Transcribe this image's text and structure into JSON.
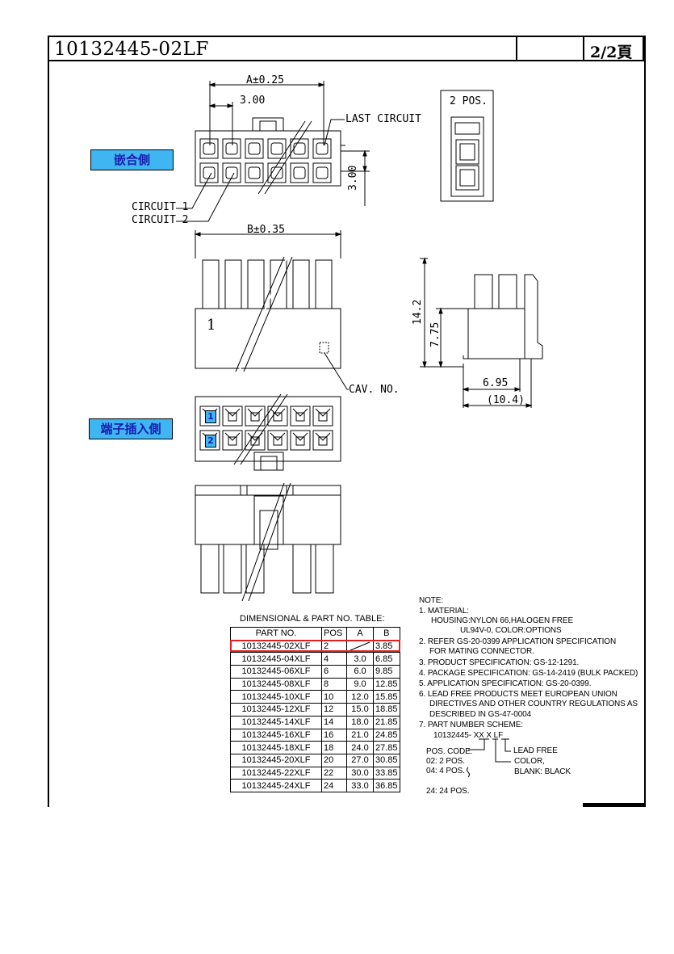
{
  "header": {
    "part_number": "10132445-02LF",
    "page": "2/2頁"
  },
  "labels": {
    "dim_a": "A±0.25",
    "pitch_300": "3.00",
    "last_circuit": "LAST CIRCUIT",
    "two_pos": "2 POS.",
    "mating_side": "嵌合側",
    "circuit1": "CIRCUIT 1",
    "circuit2": "CIRCUIT 2",
    "vert_300": "3.00",
    "dim_b": "B±0.35",
    "cav_no": "CAV. NO.",
    "num_one": "1",
    "h_142": "14.2",
    "h_775": "7.75",
    "w_695": "6.95",
    "w_104": "(10.4)",
    "terminal_side": "端子插入側",
    "cav1": "1",
    "cav2": "2"
  },
  "table": {
    "caption": "DIMENSIONAL & PART NO. TABLE:",
    "headers": [
      "PART NO.",
      "POS",
      "A",
      "B"
    ],
    "rows": [
      [
        "10132445-02XLF",
        "2",
        "",
        "3.85"
      ],
      [
        "10132445-04XLF",
        "4",
        "3.0",
        "6.85"
      ],
      [
        "10132445-06XLF",
        "6",
        "6.0",
        "9.85"
      ],
      [
        "10132445-08XLF",
        "8",
        "9.0",
        "12.85"
      ],
      [
        "10132445-10XLF",
        "10",
        "12.0",
        "15.85"
      ],
      [
        "10132445-12XLF",
        "12",
        "15.0",
        "18.85"
      ],
      [
        "10132445-14XLF",
        "14",
        "18.0",
        "21.85"
      ],
      [
        "10132445-16XLF",
        "16",
        "21.0",
        "24.85"
      ],
      [
        "10132445-18XLF",
        "18",
        "24.0",
        "27.85"
      ],
      [
        "10132445-20XLF",
        "20",
        "27.0",
        "30.85"
      ],
      [
        "10132445-22XLF",
        "22",
        "30.0",
        "33.85"
      ],
      [
        "10132445-24XLF",
        "24",
        "33.0",
        "36.85"
      ]
    ]
  },
  "notes": {
    "l01": "NOTE:",
    "l02": "1. MATERIAL:",
    "l03": "HOUSING:NYLON 66,HALOGEN FREE",
    "l04": "UL94V-0, COLOR:OPTIONS",
    "l05": "2. REFER GS-20-0399 APPLICATION SPECIFICATION",
    "l06": "FOR MATING CONNECTOR.",
    "l07": "3. PRODUCT SPECIFICATION: GS-12-1291.",
    "l08": "4. PACKAGE SPECIFICATION: GS-14-2419 (BULK PACKED)",
    "l09": "5. APPLICATION SPECIFICATION: GS-20-0399.",
    "l10": "6. LEAD FREE PRODUCTS MEET EUROPEAN UNION",
    "l11": "DIRECTIVES AND OTHER COUNTRY REGULATIONS AS",
    "l12": "DESCRIBED IN GS-47-0004",
    "l13": "7. PART NUMBER SCHEME:",
    "l14": "10132445- XX X LF",
    "l15": "LEAD FREE",
    "l16": "POS. CODE:",
    "l17": "COLOR,",
    "l18": "02: 2 POS.",
    "l19": "BLANK: BLACK",
    "l20": "04: 4 POS.",
    "l21": "24: 24 POS."
  },
  "colors": {
    "badge": "#3fb6f2",
    "badge_text": "#1a1ab0",
    "highlight": "#e02020"
  }
}
